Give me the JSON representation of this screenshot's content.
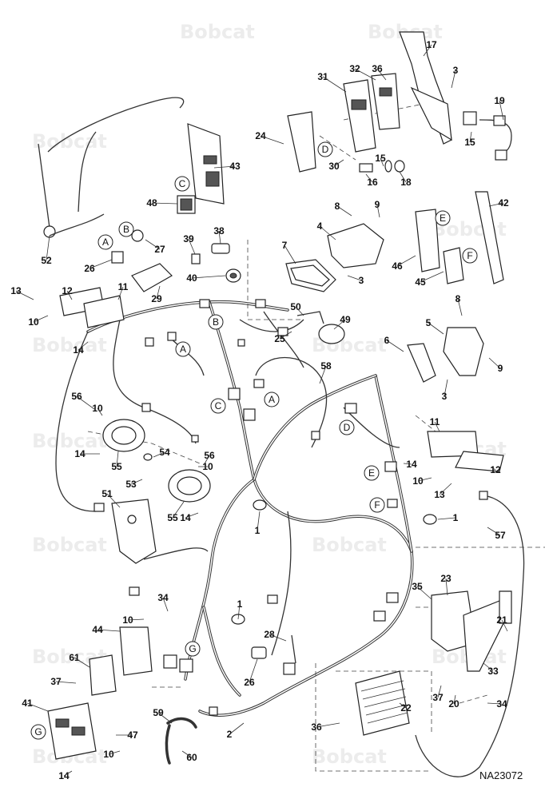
{
  "diagram": {
    "code": "NA23072",
    "watermark": "Bobcat",
    "part_labels": [
      "1",
      "2",
      "3",
      "4",
      "5",
      "6",
      "7",
      "8",
      "9",
      "10",
      "11",
      "12",
      "13",
      "14",
      "15",
      "16",
      "17",
      "18",
      "19",
      "20",
      "21",
      "22",
      "23",
      "24",
      "25",
      "26",
      "27",
      "28",
      "29",
      "30",
      "31",
      "32",
      "33",
      "34",
      "35",
      "36",
      "37",
      "38",
      "39",
      "40",
      "41",
      "42",
      "43",
      "44",
      "45",
      "46",
      "47",
      "48",
      "49",
      "50",
      "51",
      "52",
      "53",
      "54",
      "55",
      "56",
      "57",
      "58",
      "59",
      "60",
      "61"
    ],
    "connector_letters": [
      "A",
      "B",
      "C",
      "D",
      "E",
      "F",
      "G"
    ]
  }
}
